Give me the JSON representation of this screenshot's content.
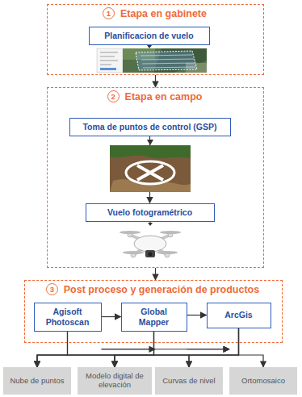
{
  "diagram": {
    "nodes": [
      {
        "text": [
          "1",
          "Etapa en gabinete"
        ]
      },
      {
        "text": [
          "Planificacion de vuelo"
        ],
        "in": 0
      },
      {
        "text": [
          "2",
          "Etapa en campo"
        ]
      },
      {
        "text": [
          "Toma de puntos de control (GSP)"
        ],
        "in": 2
      },
      {
        "text": [
          "Vuelo fotogramétrico"
        ],
        "in": 2
      },
      {
        "text": [
          "3",
          "Post proceso y generación de productos"
        ]
      },
      {
        "text": [
          "Agisoft Photoscan"
        ],
        "in": 5
      },
      {
        "text": [
          "Global Mapper"
        ],
        "in": 5
      },
      {
        "text": [
          "ArcGis"
        ],
        "in": 5
      },
      {
        "text": [
          "Nube de puntos"
        ]
      },
      {
        "text": [
          "Modelo digital de elevación"
        ]
      },
      {
        "text": [
          "Curvas de nivel"
        ]
      },
      {
        "text": [
          "Ortomosaico"
        ]
      }
    ],
    "edges": [
      {
        "from": 0,
        "to": 2,
        "arrow": "to"
      },
      {
        "from": 3,
        "to": 4,
        "arrow": "to"
      },
      {
        "from": 2,
        "to": 5,
        "arrow": "to"
      },
      {
        "from": 6,
        "to": 7,
        "arrow": "to"
      },
      {
        "from": 7,
        "to": 8,
        "arrow": "to"
      },
      {
        "from": 6,
        "to": 9,
        "arrow": "to"
      },
      {
        "from": 6,
        "to": 10,
        "arrow": "to"
      },
      {
        "from": 6,
        "to": 11,
        "arrow": "to"
      },
      {
        "from": 6,
        "to": 12,
        "arrow": "to"
      },
      {
        "from": 7,
        "to": 9,
        "arrow": "to"
      },
      {
        "from": 7,
        "to": 10,
        "arrow": "to"
      },
      {
        "from": 7,
        "to": 11,
        "arrow": "to"
      },
      {
        "from": 7,
        "to": 12,
        "arrow": "to"
      },
      {
        "from": 8,
        "to": 9,
        "arrow": "to"
      },
      {
        "from": 8,
        "to": 10,
        "arrow": "to"
      },
      {
        "from": 8,
        "to": 11,
        "arrow": "to"
      },
      {
        "from": 8,
        "to": 12,
        "arrow": "to"
      }
    ]
  }
}
